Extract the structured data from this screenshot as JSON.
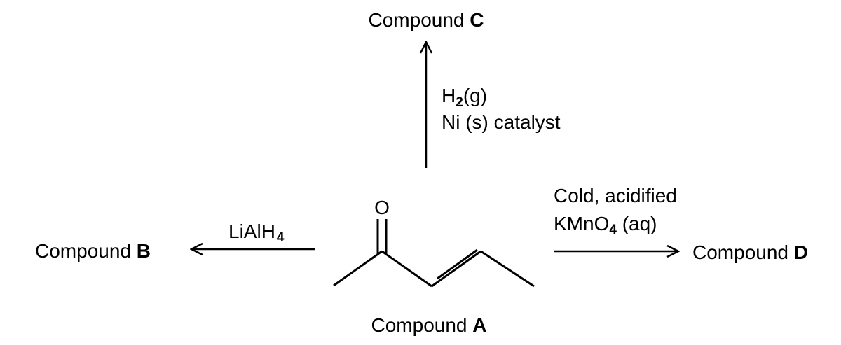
{
  "compounds": {
    "a": {
      "prefix": "Compound ",
      "letter": "A"
    },
    "b": {
      "prefix": "Compound ",
      "letter": "B"
    },
    "c": {
      "prefix": "Compound ",
      "letter": "C"
    },
    "d": {
      "prefix": "Compound ",
      "letter": "D"
    }
  },
  "structure": {
    "oxygen": "O"
  },
  "reactions": {
    "to_b": {
      "reagent_main": "LiAlH",
      "reagent_sub": "4"
    },
    "to_c": {
      "line1_pre": "H",
      "line1_sub": "2",
      "line1_post": "(g)",
      "line2": "Ni (s) catalyst"
    },
    "to_d": {
      "line1": "Cold, acidified",
      "line2_pre": "KMnO",
      "line2_sub": "4",
      "line2_post": " (aq)"
    }
  }
}
